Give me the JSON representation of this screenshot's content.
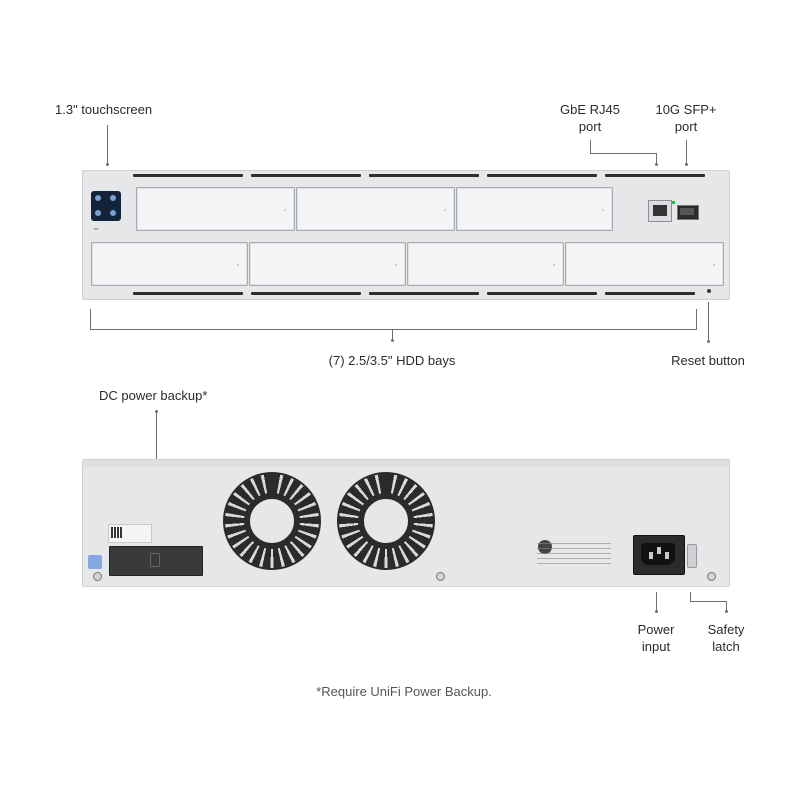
{
  "labels": {
    "touchscreen": "1.3\" touchscreen",
    "rj45_line1": "GbE RJ45",
    "rj45_line2": "port",
    "sfp_line1": "10G SFP+",
    "sfp_line2": "port",
    "hdd_bays": "(7) 2.5/3.5\" HDD bays",
    "reset": "Reset button",
    "dc_backup": "DC power backup*",
    "power_line1": "Power",
    "power_line2": "input",
    "latch_line1": "Safety",
    "latch_line2": "latch"
  },
  "footnote": "*Require UniFi Power Backup.",
  "icons": {
    "touchscreen": "touchscreen-icon",
    "rj45": "rj45-port-icon",
    "sfp": "sfp-port-icon",
    "fan": "fan-icon",
    "power": "iec-power-inlet-icon"
  },
  "colors": {
    "chassis": "#e6e7e9",
    "leader_line": "#6f6f6f",
    "text": "#2b2b2b",
    "status_led": "#2fb84a"
  }
}
